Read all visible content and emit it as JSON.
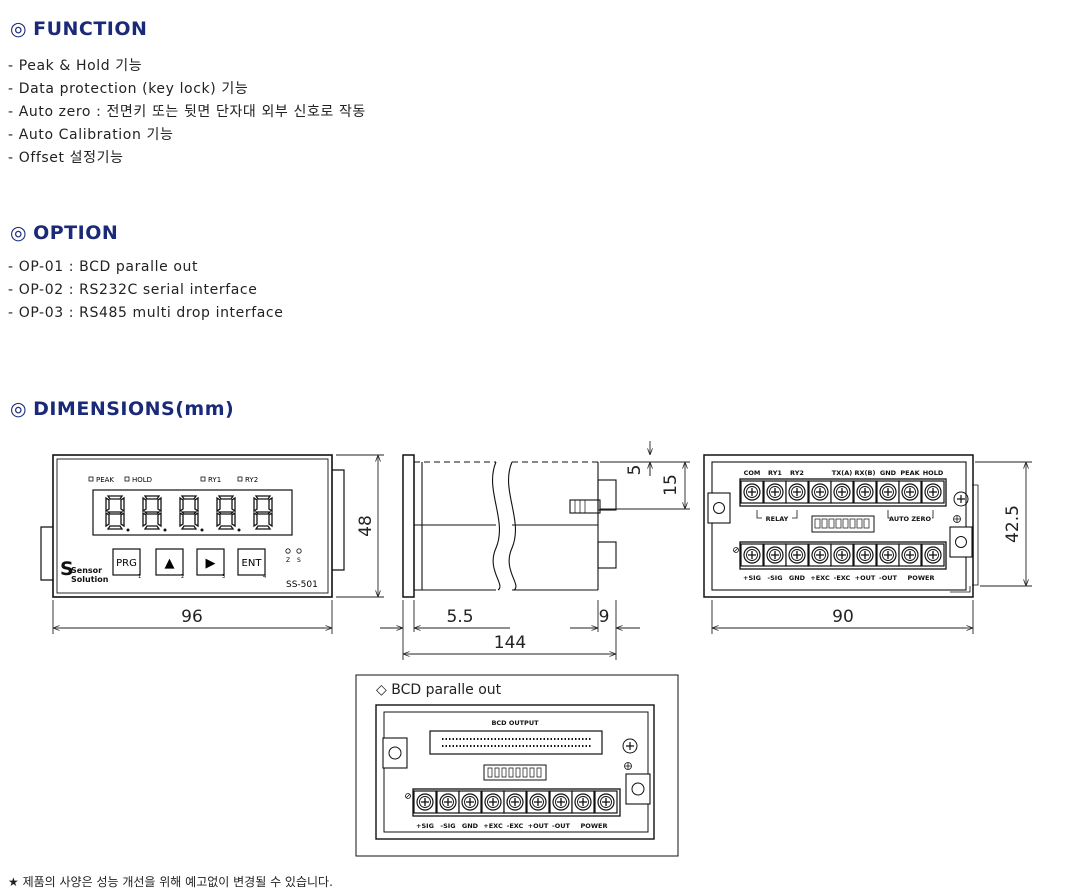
{
  "function_section": {
    "mark": "◎",
    "title": "FUNCTION",
    "items": [
      "- Peak & Hold 기능",
      "- Data protection (key lock) 기능",
      "- Auto zero : 전면키 또는 뒷면 단자대 외부 신호로 작동",
      "- Auto Calibration 기능",
      "- Offset 설정기능"
    ]
  },
  "option_section": {
    "mark": "◎",
    "title": "OPTION",
    "items": [
      "- OP-01 : BCD paralle out",
      "- OP-02 : RS232C serial interface",
      "- OP-03 : RS485 multi drop interface"
    ]
  },
  "dimensions_section": {
    "mark": "◎",
    "title": "DIMENSIONS(mm)"
  },
  "front_view": {
    "indicators": [
      "PEAK",
      "HOLD",
      "RY1",
      "RY2"
    ],
    "buttons": [
      {
        "label": "PRG",
        "num": "1"
      },
      {
        "label": "▲",
        "num": "2"
      },
      {
        "label": "▶",
        "num": "3"
      },
      {
        "label": "ENT",
        "num": "4"
      }
    ],
    "mini_labels": [
      "Z",
      "S"
    ],
    "logo_line1": "Sensor",
    "logo_line2": "Solution",
    "model": "SS-501",
    "dim_width": "96",
    "dim_height": "48"
  },
  "side_view": {
    "dim_5": "5",
    "dim_15": "15",
    "dim_5_5": "5.5",
    "dim_9": "9",
    "dim_144": "144"
  },
  "rear_view": {
    "top_labels": [
      "COM",
      "RY1",
      "RY2",
      "TX(A)",
      "RX(B)",
      "GND",
      "PEAK",
      "HOLD"
    ],
    "relay_label": "RELAY",
    "auto_zero_label": "AUTO ZERO",
    "bottom_labels": [
      "+SIG",
      "-SIG",
      "GND",
      "+EXC",
      "-EXC",
      "+OUT",
      "-OUT",
      "POWER"
    ],
    "dim_width": "90",
    "dim_height": "42.5"
  },
  "bcd_view": {
    "title": "◇  BCD paralle out",
    "connector_label": "BCD OUTPUT",
    "bottom_labels": [
      "+SIG",
      "-SIG",
      "GND",
      "+EXC",
      "-EXC",
      "+OUT",
      "-OUT",
      "POWER"
    ]
  },
  "footnote": "★ 제품의 사양은 성능 개선을 위해 예고없이 변경될 수 있습니다."
}
